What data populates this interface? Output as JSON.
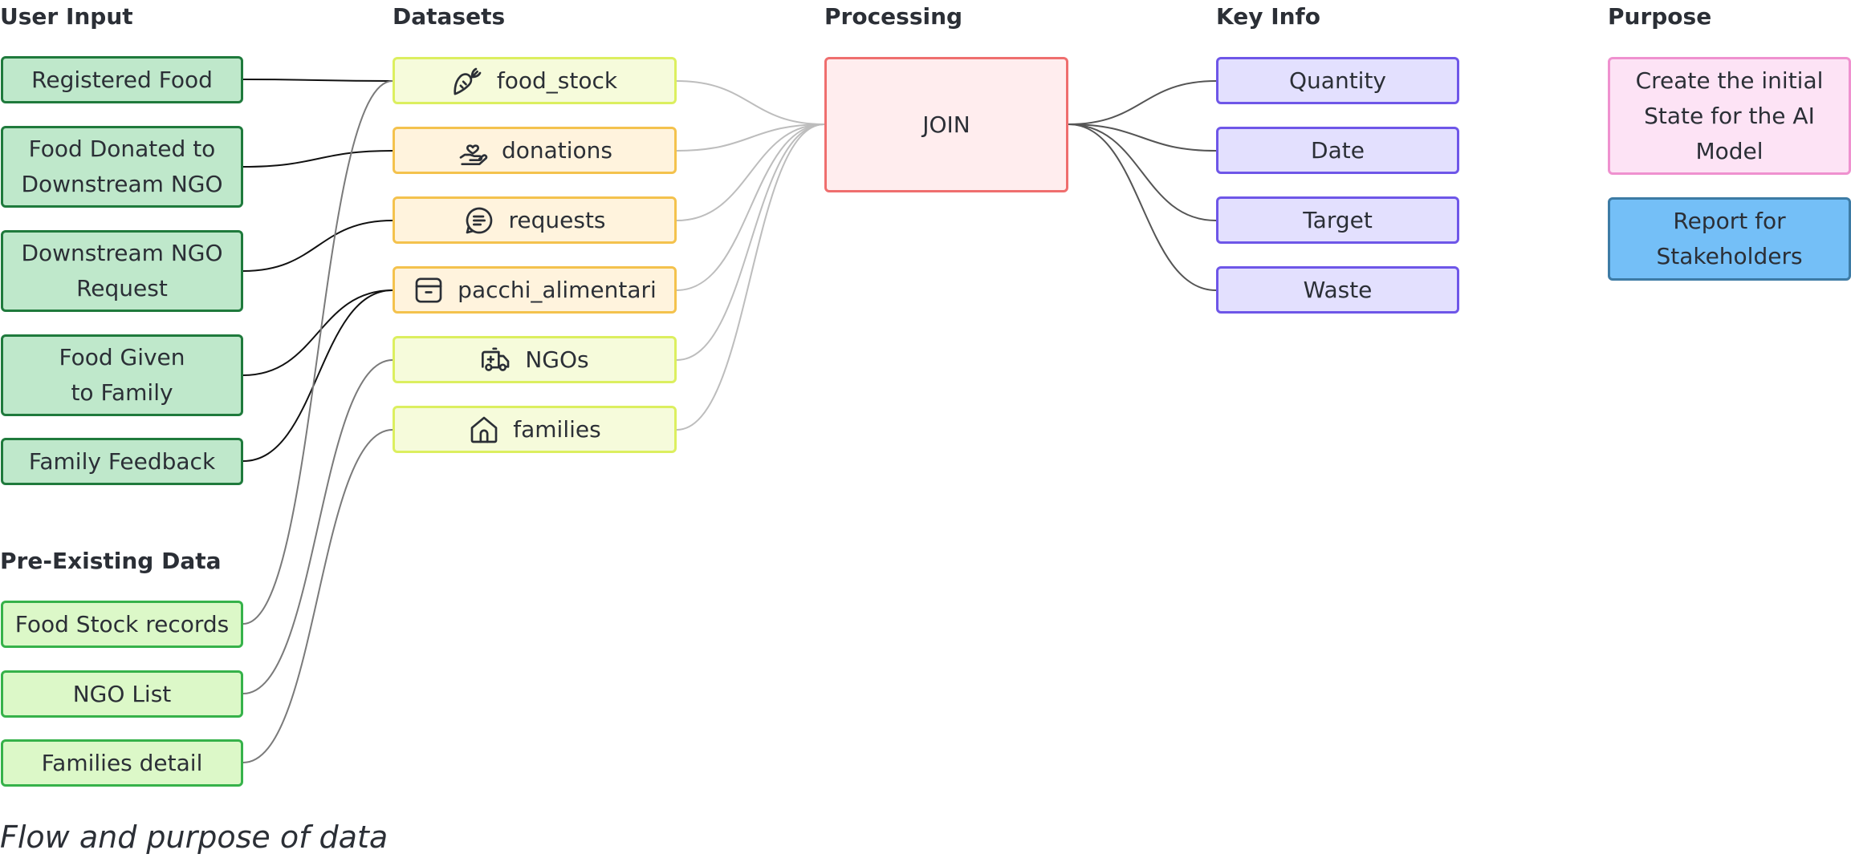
{
  "columns": {
    "user_input": "User Input",
    "datasets": "Datasets",
    "processing": "Processing",
    "key_info": "Key Info",
    "purpose": "Purpose",
    "pre_existing": "Pre-Existing Data"
  },
  "user_input": [
    "Registered Food",
    "Food Donated to\nDownstream NGO",
    "Downstream NGO\nRequest",
    "Food Given\nto Family",
    "Family Feedback"
  ],
  "pre_existing": [
    "Food Stock records",
    "NGO List",
    "Families detail"
  ],
  "datasets": [
    {
      "name": "food_stock",
      "icon": "carrot-icon"
    },
    {
      "name": "donations",
      "icon": "hand-heart-icon"
    },
    {
      "name": "requests",
      "icon": "message-list-icon"
    },
    {
      "name": "pacchi_alimentari",
      "icon": "archive-box-icon"
    },
    {
      "name": "NGOs",
      "icon": "ambulance-icon"
    },
    {
      "name": "families",
      "icon": "house-icon"
    }
  ],
  "processing": {
    "join": "JOIN"
  },
  "key_info": [
    "Quantity",
    "Date",
    "Target",
    "Waste"
  ],
  "purpose": [
    "Create the initial\nState for the AI\nModel",
    "Report for\nStakeholders"
  ],
  "caption": "Flow and purpose of data",
  "colors": {
    "user_input_fill": "#bfe8cb",
    "user_input_border": "#1f7a3c",
    "pre_existing_fill": "#dcf8c8",
    "pre_existing_border": "#36b24a",
    "dataset_yellow_fill": "#f6fbdb",
    "dataset_orange_fill": "#fff3dd",
    "join_fill": "#ffedee",
    "join_border": "#ef6e6e",
    "key_info_fill": "#e3e0fe",
    "key_info_border": "#6e56e8",
    "purpose_pink": "#fde3f5",
    "purpose_blue": "#74bff7"
  }
}
